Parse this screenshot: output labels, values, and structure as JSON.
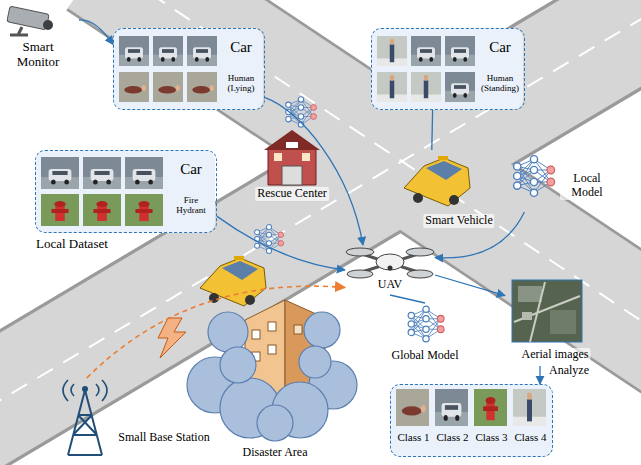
{
  "diagram": {
    "nodes": [
      {
        "text": [
          "Smart Monitor"
        ]
      },
      {
        "text": [
          "Car",
          "Human (Lying)"
        ]
      },
      {
        "text": [
          "Car",
          "Human (Standing)"
        ]
      },
      {
        "text": [
          "Car",
          "Fire Hydrant",
          "Local Dataset"
        ]
      },
      {
        "text": [
          "Rescue Center"
        ]
      },
      {
        "text": [
          "Smart Vehicle"
        ]
      },
      {
        "text": [
          "Local Model"
        ]
      },
      {
        "text": [
          "UAV"
        ]
      },
      {
        "text": [
          "Aerial images"
        ]
      },
      {
        "text": [
          "Global Model"
        ]
      },
      {
        "text": [
          "Class 1",
          "Class 2",
          "Class 3",
          "Class 4"
        ]
      },
      {
        "text": [
          "Small Base Station"
        ]
      },
      {
        "text": [
          "Disaster Area"
        ]
      }
    ],
    "edges": [
      {
        "from": 0,
        "to": 1,
        "arrow": "to"
      },
      {
        "from": 1,
        "to": 7,
        "arrow": "to"
      },
      {
        "from": 2,
        "to": 5,
        "arrow": "none"
      },
      {
        "from": 6,
        "to": 7,
        "arrow": "to"
      },
      {
        "from": 3,
        "to": 7,
        "arrow": "to"
      },
      {
        "from": 7,
        "to": 8,
        "arrow": "to"
      },
      {
        "from": 8,
        "to": 10,
        "label": "Analyze",
        "arrow": "to"
      },
      {
        "from": 7,
        "to": 9,
        "arrow": "none"
      },
      {
        "from": 11,
        "to": 7,
        "arrow": "to"
      }
    ]
  }
}
